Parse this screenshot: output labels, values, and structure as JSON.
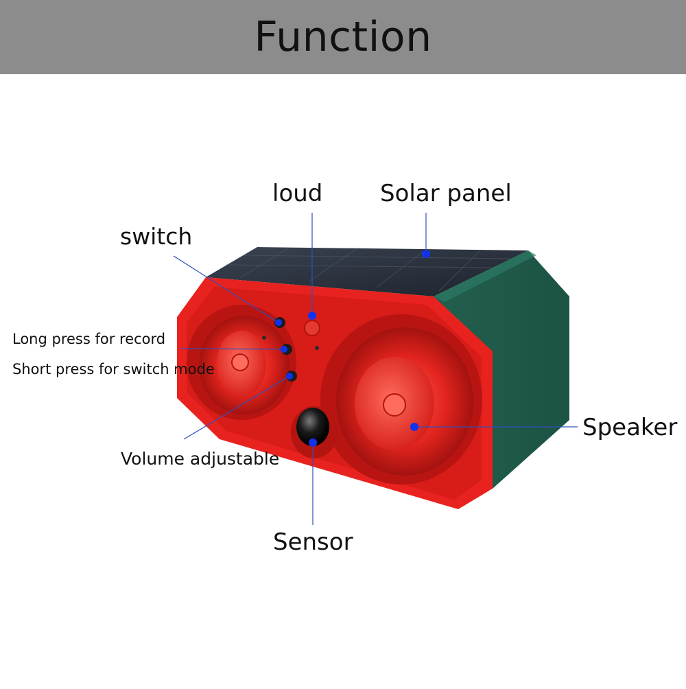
{
  "header": {
    "title": "Function"
  },
  "labels": {
    "loud": "loud",
    "solar_panel": "Solar panel",
    "switch": "switch",
    "long_press": "Long press for record",
    "short_press": "Short press for switch mode",
    "volume": "Volume adjustable",
    "speaker": "Speaker",
    "sensor": "Sensor"
  },
  "colors": {
    "header_bg": "#8c8c8c",
    "body_red": "#e8231f",
    "body_green": "#1f5d4c",
    "solar": "#2c3340",
    "leader": "#2f4fbf",
    "marker": "#1133ee"
  }
}
